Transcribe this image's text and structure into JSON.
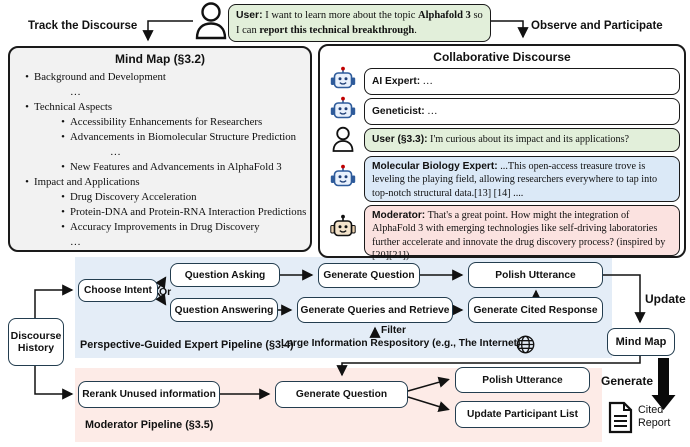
{
  "top": {
    "track_label": "Track the Discourse",
    "observe_label": "Observe and Participate",
    "user_message": {
      "speaker": "User:",
      "t1": " I want to learn more about the topic ",
      "b1": "Alphafold 3",
      "t2": " so I can ",
      "b2": "report this technical breakthrough",
      "t3": "."
    }
  },
  "mind_map": {
    "title": "Mind Map (§3.2)",
    "items": [
      {
        "bullet": "•",
        "text": "Background and Development"
      },
      {
        "bullet": "",
        "text": "…"
      },
      {
        "bullet": "•",
        "text": "Technical Aspects"
      },
      {
        "bullet": "•",
        "text": "Accessibility Enhancements for Researchers"
      },
      {
        "bullet": "•",
        "text": "Advancements in Biomolecular Structure Prediction"
      },
      {
        "bullet": "",
        "text": "…"
      },
      {
        "bullet": "•",
        "text": "New Features and Advancements in AlphaFold 3"
      },
      {
        "bullet": "•",
        "text": "Impact and Applications"
      },
      {
        "bullet": "•",
        "text": "Drug Discovery Acceleration"
      },
      {
        "bullet": "•",
        "text": "Protein-DNA and Protein-RNA Interaction Predictions"
      },
      {
        "bullet": "•",
        "text": "Accuracy Improvements in Drug Discovery"
      },
      {
        "bullet": "",
        "text": "…"
      }
    ]
  },
  "discourse": {
    "title": "Collaborative Discourse",
    "rows": [
      {
        "icon": "robot-icon",
        "speaker": "AI Expert:",
        "text": " …"
      },
      {
        "icon": "robot-icon",
        "speaker": "Geneticist:",
        "text": " …"
      },
      {
        "icon": "person-icon",
        "speaker": "User (§3.3):",
        "text": " I'm curious about its impact and its applications?"
      },
      {
        "icon": "robot-icon",
        "speaker": "Molecular Biology Expert:",
        "text": " ...This open-access treasure trove is leveling the playing field, allowing researchers everywhere to tap into top-notch structural data.[13] [14] ...."
      },
      {
        "icon": "robot-icon",
        "speaker": "Moderator:",
        "text": " That's a great point. How might the integration of AlphaFold 3 with emerging technologies like self-driving laboratories further accelerate and innovate the drug discovery process? (inspired by [20][21])"
      }
    ]
  },
  "expert_pipeline": {
    "label": "Perspective-Guided Expert Pipeline (§3.4)",
    "choose_intent": "Choose Intent",
    "or_label": "Or",
    "question_asking": "Question Asking",
    "question_answering": "Question Answering",
    "generate_question": "Generate Question",
    "generate_queries": "Generate Queries and Retrieve",
    "polish_utterance": "Polish Utterance",
    "generate_cited_response": "Generate Cited Response",
    "filter_label": "Filter",
    "repository_label": "Large Information Respository (e.g., The Internet)",
    "update_label": "Update"
  },
  "moderator_pipeline": {
    "label": "Moderator Pipeline (§3.5)",
    "rerank": "Rerank Unused information",
    "generate_question": "Generate Question",
    "polish_utterance": "Polish Utterance",
    "update_participant_list": "Update Participant List"
  },
  "sides": {
    "discourse_history": "Discourse History",
    "mind_map": "Mind Map",
    "generate_label": "Generate",
    "cited_report": "Cited Report"
  },
  "colors": {
    "expert_region": "#e4edf7",
    "moderator_region": "#fdebe7",
    "user_bubble": "#e2efda",
    "expert_bubble": "#dbe9f7",
    "moderator_bubble": "#fbe2e0",
    "mindmap_bg": "#f2f2f2",
    "robot_blue": "#2e5b9b",
    "robot_tan": "#e8cfae",
    "antenna_red": "#c00000"
  }
}
